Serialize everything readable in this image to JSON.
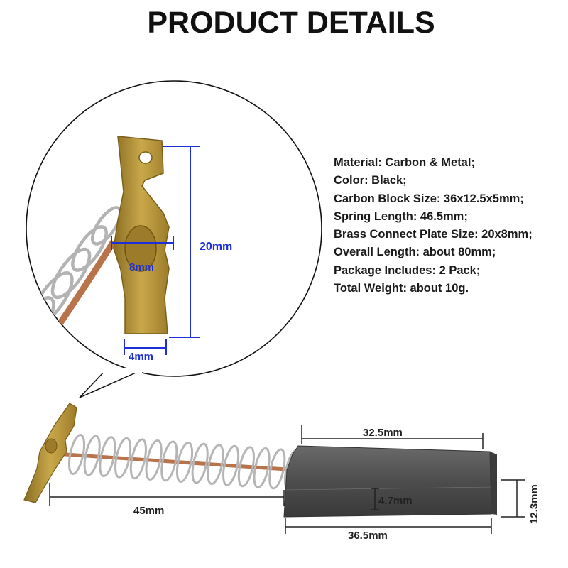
{
  "title": "PRODUCT DETAILS",
  "specs": [
    "Material: Carbon & Metal;",
    "Color: Black;",
    "Carbon Block Size: 36x12.5x5mm;",
    "Spring Length: 46.5mm;",
    "Brass Connect Plate Size: 20x8mm;",
    "Overall Length: about 80mm;",
    "Package Includes: 2 Pack;",
    "Total Weight: about 10g."
  ],
  "dimensions": {
    "plate_height": "20mm",
    "plate_width": "8mm",
    "tab_width": "4mm",
    "spring_length": "45mm",
    "block_top": "32.5mm",
    "block_bottom": "36.5mm",
    "block_thickness": "4.7mm",
    "block_height": "12.3mm"
  },
  "colors": {
    "brass": "#b8973a",
    "brass_dark": "#8a6d22",
    "dimension_blue": "#1c2fd8",
    "carbon": "#555555",
    "spring": "#b9b9b9",
    "copper_wire": "#b8734a"
  }
}
